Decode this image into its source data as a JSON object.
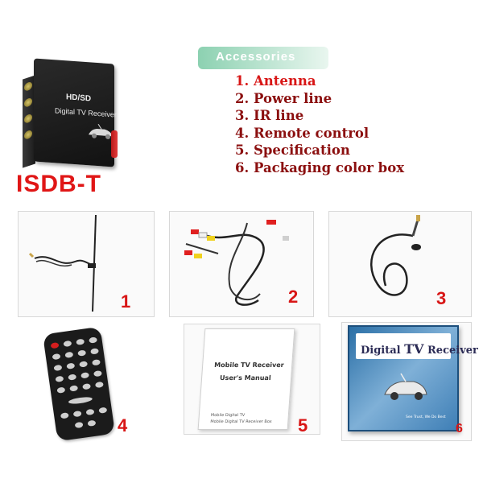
{
  "product": {
    "label_hdsd": "HD/SD",
    "label_receiver": "Digital TV Receiver",
    "standard": "ISDB-T"
  },
  "accessories": {
    "title": "Accessories",
    "items": [
      {
        "num": "1.",
        "text": "Antenna"
      },
      {
        "num": "2.",
        "text": "Power line"
      },
      {
        "num": "3.",
        "text": "IR line"
      },
      {
        "num": "4.",
        "text": "Remote control"
      },
      {
        "num": "5.",
        "text": "Specification"
      },
      {
        "num": "6.",
        "text": "Packaging color box"
      }
    ]
  },
  "photo_numbers": [
    "1",
    "2",
    "3",
    "4",
    "5",
    "6"
  ],
  "manual": {
    "title1": "Mobile TV Receiver",
    "title2": "User's Manual",
    "item1": "Mobile Digital TV",
    "item2": "Mobile Digital TV Receiver Box"
  },
  "colorbox": {
    "title_a": "Digital ",
    "title_b": "TV",
    "title_c": " Receiver",
    "slogan": "See Trust, We Do Best"
  },
  "colors": {
    "accent_red": "#d81616",
    "banner_green": "#8cd1b1",
    "box_blue": "#2a6fa6"
  }
}
